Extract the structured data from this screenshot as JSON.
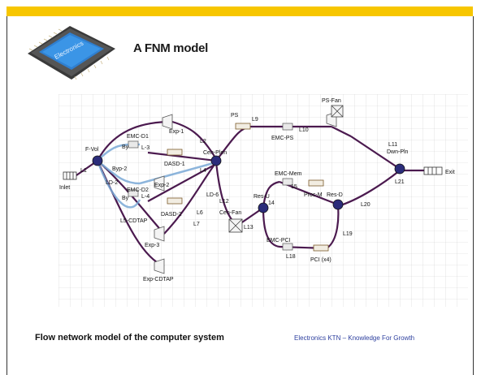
{
  "slide": {
    "title": "A FNM model",
    "caption": "Flow network model of the computer system",
    "footer": "Electronics KTN – Knowledge For Growth",
    "chip_label": "Electronics"
  },
  "colors": {
    "top_bar": "#f7c600",
    "node": "#2b2c7a",
    "link": "#4b1a4f",
    "grid": "#d0d0d0",
    "footer_text": "#2c3e9e"
  },
  "diagram": {
    "labels": {
      "inlet": "Inlet",
      "l1": "L1",
      "f_vol": "F-Vol",
      "emc_d1": "EMC-D1",
      "by_1": "By",
      "l3": "L-3",
      "byp2": "Byp-2",
      "ld2": "LD-2",
      "emc_d2": "EMC-D2",
      "by_2": "By",
      "l4b": "L-4",
      "l5_cdtap": "L5-CDTAP",
      "exp1": "Exp-1",
      "dasd1": "DASD-1",
      "exp2": "Exp-2",
      "dasd2": "DASD-2",
      "exp3": "Exp-3",
      "exp_cdtap": "Exp-CDTAP",
      "l2": "L2",
      "l4": "L4",
      "l6": "L6",
      "l7": "L7",
      "cen_plen": "Cen-Plen",
      "ld6": "LD-6",
      "l12": "L12",
      "cen_fan": "Cen-Fan",
      "l13": "L13",
      "ps": "PS",
      "l9": "L9",
      "l10": "L10",
      "emc_ps": "EMC-PS",
      "ps_fan": "PS-Fan",
      "emc_mem": "EMC-Mem",
      "l15": "15",
      "res_u": "Res-U",
      "l14": "14",
      "proc_m": "Proc-M",
      "res_d": "Res-D",
      "emc_pci": "EMC-PCI",
      "l18": "L18",
      "pci": "PCI (x4)",
      "l19": "L19",
      "l20": "L20",
      "l11": "L11",
      "dwn_pln": "Dwn-Pln",
      "l21": "L21",
      "exit": "Exit"
    }
  }
}
